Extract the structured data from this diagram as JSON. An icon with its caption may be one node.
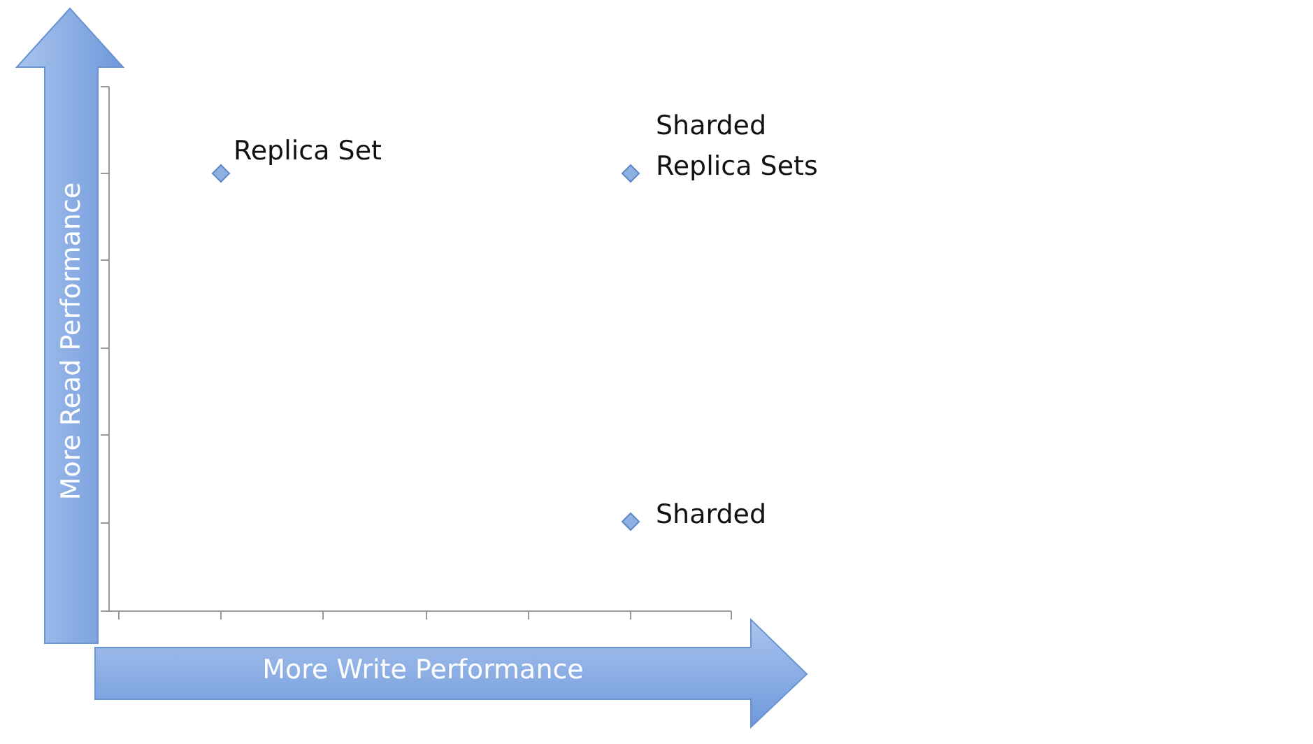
{
  "diagram": {
    "labels": [
      "Replica Set",
      "Sharded Replica Sets",
      "More Read Performance",
      "Sharded",
      "More Write Performance"
    ]
  }
}
